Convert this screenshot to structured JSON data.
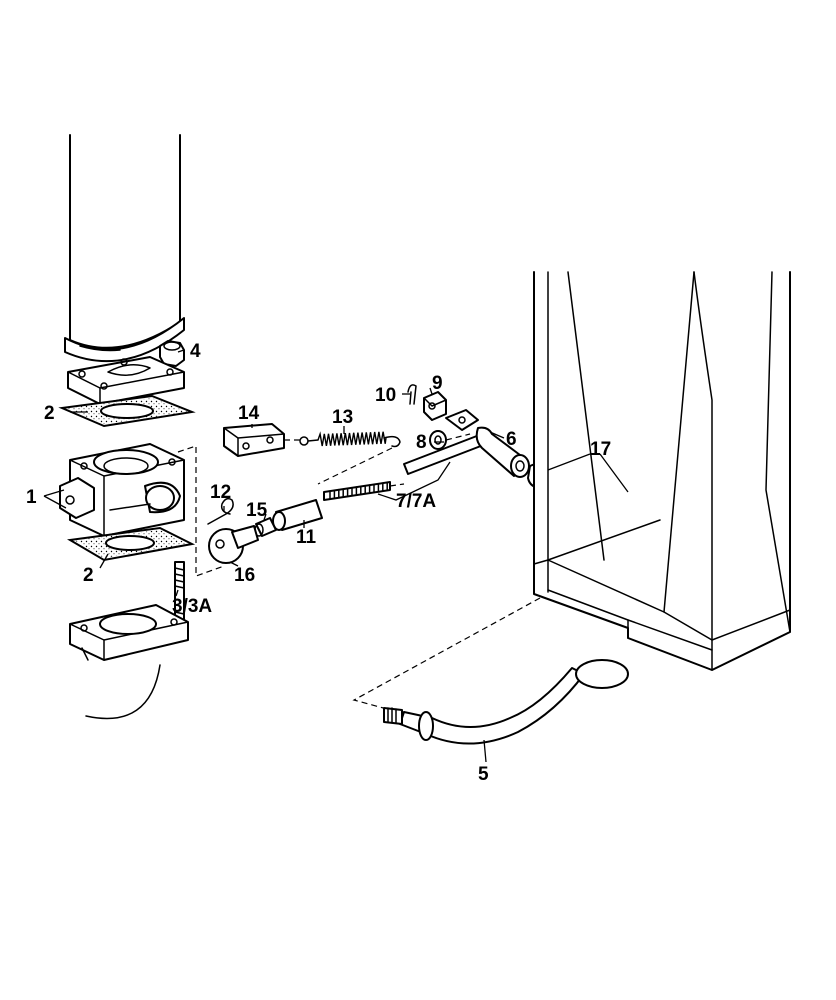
{
  "callouts": {
    "c1": "1",
    "c2a": "2",
    "c2b": "2",
    "c3": "3/3A",
    "c4": "4",
    "c5": "5",
    "c6": "6",
    "c7": "7/7A",
    "c8": "8",
    "c9": "9",
    "c10": "10",
    "c11": "11",
    "c12": "12",
    "c13": "13",
    "c14": "14",
    "c15": "15",
    "c16": "16",
    "c17": "17"
  },
  "colors": {
    "ink": "#000000",
    "paper": "#ffffff"
  }
}
